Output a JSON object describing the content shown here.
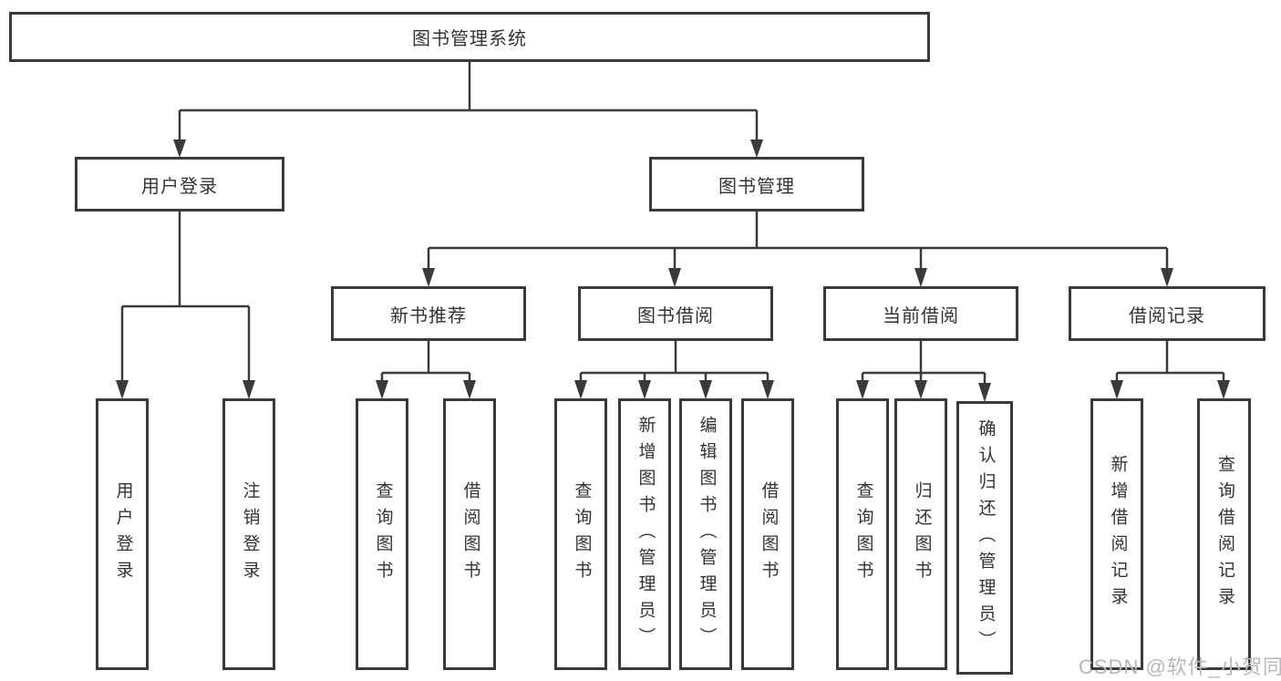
{
  "colors": {
    "line": "#3a3a3a",
    "text": "#333333",
    "watermark": "#b4b8bd",
    "background": "#ffffff"
  },
  "watermark": {
    "text": "CSDN @软件_小贺同学"
  },
  "diagram": {
    "root": "图书管理系统",
    "level2": {
      "user_login": "用户登录",
      "book_management": "图书管理"
    },
    "level3": {
      "new_book": "新书推荐",
      "book_borrow": "图书借阅",
      "current_borrow": "当前借阅",
      "borrow_record": "借阅记录"
    },
    "leaves": {
      "user_login": [
        "用户登录",
        "注销登录"
      ],
      "new_book": [
        "查询图书",
        "借阅图书"
      ],
      "book_borrow": [
        "查询图书",
        "新增图书（管理员）",
        "编辑图书（管理员）",
        "借阅图书"
      ],
      "current_borrow": [
        "查询图书",
        "归还图书",
        "确认归还（管理员）"
      ],
      "borrow_record": [
        "新增借阅记录",
        "查询借阅记录"
      ]
    }
  }
}
